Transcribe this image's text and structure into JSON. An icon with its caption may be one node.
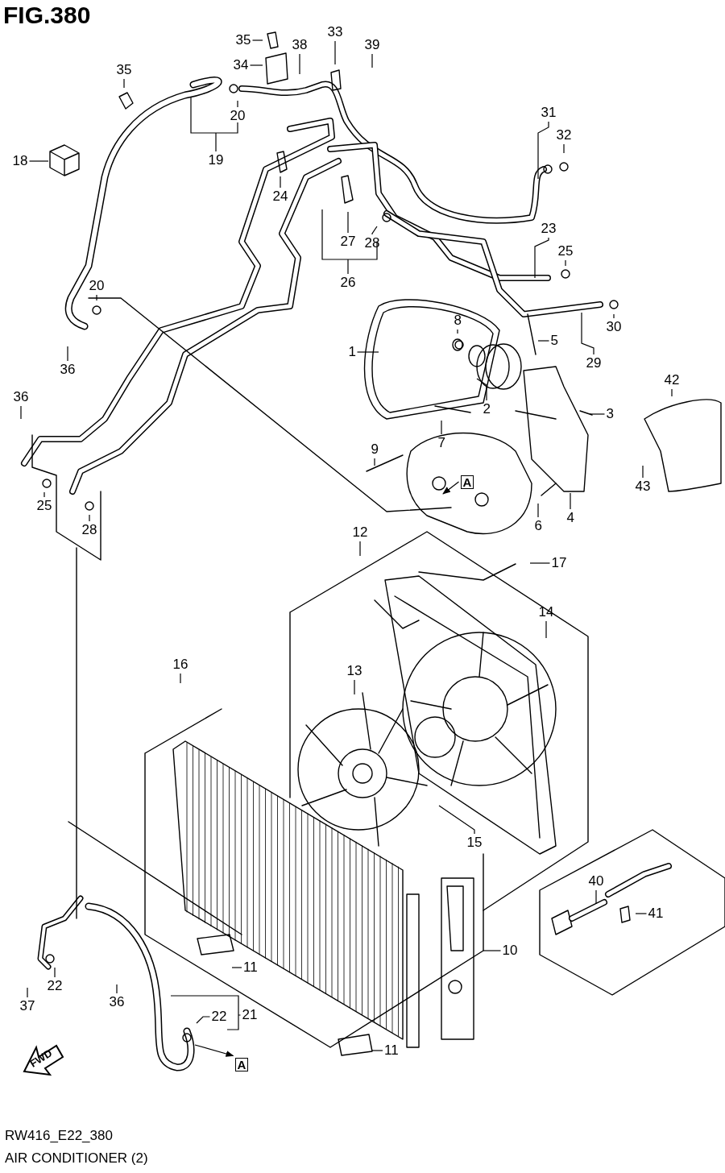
{
  "diagram": {
    "title": "FIG.380",
    "nodes": [
      {
        "text": [
          "1"
        ]
      },
      {
        "text": [
          "2"
        ]
      },
      {
        "text": [
          "3"
        ]
      },
      {
        "text": [
          "4"
        ]
      },
      {
        "text": [
          "5"
        ]
      },
      {
        "text": [
          "6"
        ]
      },
      {
        "text": [
          "7"
        ]
      },
      {
        "text": [
          "8"
        ]
      },
      {
        "text": [
          "9"
        ]
      },
      {
        "text": [
          "10"
        ]
      },
      {
        "text": [
          "11"
        ]
      },
      {
        "text": [
          "11"
        ]
      },
      {
        "text": [
          "12"
        ]
      },
      {
        "text": [
          "13"
        ]
      },
      {
        "text": [
          "14"
        ]
      },
      {
        "text": [
          "15"
        ]
      },
      {
        "text": [
          "16"
        ]
      },
      {
        "text": [
          "17"
        ]
      },
      {
        "text": [
          "18"
        ]
      },
      {
        "text": [
          "19"
        ]
      },
      {
        "text": [
          "20"
        ]
      },
      {
        "text": [
          "20"
        ]
      },
      {
        "text": [
          "21"
        ]
      },
      {
        "text": [
          "22"
        ]
      },
      {
        "text": [
          "22"
        ]
      },
      {
        "text": [
          "23"
        ]
      },
      {
        "text": [
          "24"
        ]
      },
      {
        "text": [
          "25"
        ]
      },
      {
        "text": [
          "25"
        ]
      },
      {
        "text": [
          "26"
        ]
      },
      {
        "text": [
          "27"
        ]
      },
      {
        "text": [
          "28"
        ]
      },
      {
        "text": [
          "28"
        ]
      },
      {
        "text": [
          "29"
        ]
      },
      {
        "text": [
          "30"
        ]
      },
      {
        "text": [
          "31"
        ]
      },
      {
        "text": [
          "32"
        ]
      },
      {
        "text": [
          "33"
        ]
      },
      {
        "text": [
          "34"
        ]
      },
      {
        "text": [
          "35"
        ]
      },
      {
        "text": [
          "35"
        ]
      },
      {
        "text": [
          "36"
        ]
      },
      {
        "text": [
          "36"
        ]
      },
      {
        "text": [
          "36"
        ]
      },
      {
        "text": [
          "37"
        ]
      },
      {
        "text": [
          "38"
        ]
      },
      {
        "text": [
          "39"
        ]
      },
      {
        "text": [
          "40"
        ]
      },
      {
        "text": [
          "41"
        ]
      },
      {
        "text": [
          "42"
        ]
      },
      {
        "text": [
          "43"
        ]
      },
      {
        "text": [
          "A"
        ]
      },
      {
        "text": [
          "A"
        ]
      }
    ],
    "edges": [
      {
        "from": 0,
        "to": null,
        "arrow": "none"
      },
      {
        "from": 1,
        "to": null,
        "arrow": "none"
      },
      {
        "from": 2,
        "to": null,
        "arrow": "none"
      },
      {
        "from": 3,
        "to": null,
        "arrow": "none"
      },
      {
        "from": 4,
        "to": null,
        "arrow": "none"
      },
      {
        "from": 5,
        "to": null,
        "arrow": "none"
      },
      {
        "from": 6,
        "to": null,
        "arrow": "none"
      },
      {
        "from": 7,
        "to": null,
        "arrow": "none"
      },
      {
        "from": 8,
        "to": null,
        "arrow": "none"
      },
      {
        "from": 9,
        "to": null,
        "arrow": "none"
      },
      {
        "from": 10,
        "to": null,
        "arrow": "none"
      },
      {
        "from": 11,
        "to": null,
        "arrow": "none"
      },
      {
        "from": 12,
        "to": null,
        "arrow": "none"
      },
      {
        "from": 13,
        "to": null,
        "arrow": "none"
      },
      {
        "from": 14,
        "to": null,
        "arrow": "none"
      },
      {
        "from": 15,
        "to": null,
        "arrow": "none"
      },
      {
        "from": 16,
        "to": null,
        "arrow": "none"
      },
      {
        "from": 17,
        "to": null,
        "arrow": "none"
      },
      {
        "from": 18,
        "to": null,
        "arrow": "none"
      },
      {
        "from": 19,
        "to": null,
        "arrow": "none"
      },
      {
        "from": 20,
        "to": null,
        "arrow": "none"
      },
      {
        "from": 21,
        "to": null,
        "arrow": "none"
      },
      {
        "from": 22,
        "to": null,
        "arrow": "none"
      },
      {
        "from": 23,
        "to": null,
        "arrow": "none"
      },
      {
        "from": 24,
        "to": null,
        "arrow": "none"
      },
      {
        "from": 25,
        "to": null,
        "arrow": "none"
      },
      {
        "from": 26,
        "to": null,
        "arrow": "none"
      },
      {
        "from": 27,
        "to": null,
        "arrow": "none"
      },
      {
        "from": 28,
        "to": null,
        "arrow": "none"
      },
      {
        "from": 29,
        "to": null,
        "arrow": "none"
      },
      {
        "from": 30,
        "to": null,
        "arrow": "none"
      },
      {
        "from": 31,
        "to": null,
        "arrow": "none"
      },
      {
        "from": 32,
        "to": null,
        "arrow": "none"
      },
      {
        "from": 33,
        "to": null,
        "arrow": "none"
      },
      {
        "from": 34,
        "to": null,
        "arrow": "none"
      },
      {
        "from": 35,
        "to": null,
        "arrow": "none"
      },
      {
        "from": 36,
        "to": null,
        "arrow": "none"
      },
      {
        "from": 37,
        "to": null,
        "arrow": "none"
      },
      {
        "from": 38,
        "to": null,
        "arrow": "none"
      },
      {
        "from": 39,
        "to": null,
        "arrow": "none"
      },
      {
        "from": 40,
        "to": null,
        "arrow": "none"
      },
      {
        "from": 41,
        "to": null,
        "arrow": "none"
      },
      {
        "from": 42,
        "to": null,
        "arrow": "none"
      },
      {
        "from": 43,
        "to": null,
        "arrow": "none"
      },
      {
        "from": 44,
        "to": null,
        "arrow": "none"
      },
      {
        "from": 45,
        "to": null,
        "arrow": "none"
      },
      {
        "from": 46,
        "to": null,
        "arrow": "none"
      },
      {
        "from": 47,
        "to": null,
        "arrow": "none"
      },
      {
        "from": 48,
        "to": null,
        "arrow": "none"
      },
      {
        "from": 49,
        "to": null,
        "arrow": "none"
      },
      {
        "from": 50,
        "to": null,
        "arrow": "none"
      },
      {
        "from": 51,
        "to": null,
        "arrow": "to"
      },
      {
        "from": null,
        "to": 52,
        "arrow": "to"
      }
    ],
    "labels": [
      "FWD",
      "RW416_E22_380",
      "AIR CONDITIONER (2)"
    ]
  }
}
